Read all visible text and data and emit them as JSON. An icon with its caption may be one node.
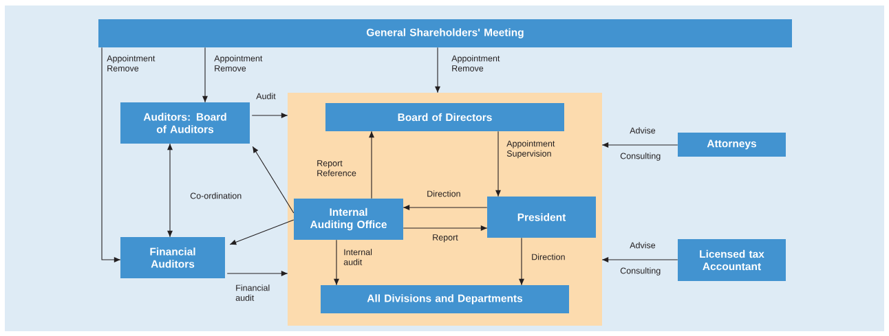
{
  "diagram": {
    "nodes": [
      {
        "text": [
          "General Shareholders' Meeting"
        ]
      },
      {
        "text": [
          "Auditors: Board of Auditors"
        ]
      },
      {
        "text": [],
        "shape": "box"
      },
      {
        "text": [
          "Board of Directors"
        ],
        "in": 2
      },
      {
        "text": [
          "Attorneys"
        ]
      },
      {
        "text": [
          "Internal Auditing Office"
        ],
        "in": 2
      },
      {
        "text": [
          "President"
        ],
        "in": 2
      },
      {
        "text": [
          "Financial Auditors"
        ]
      },
      {
        "text": [
          "Licensed tax Accountant"
        ]
      },
      {
        "text": [
          "All Divisions and Departments"
        ],
        "in": 2
      }
    ],
    "edges": [
      {
        "from": 0,
        "to": 1,
        "arrow": "to",
        "label": "Appointment Remove"
      },
      {
        "from": 0,
        "to": 7,
        "arrow": "to",
        "label": "Appointment Remove"
      },
      {
        "from": 0,
        "to": 2,
        "arrow": "to",
        "label": "Appointment Remove"
      },
      {
        "from": 1,
        "to": 2,
        "arrow": "to",
        "label": "Audit"
      },
      {
        "from": 5,
        "to": 3,
        "arrow": "to",
        "label": "Report Reference"
      },
      {
        "from": 3,
        "to": 6,
        "arrow": "to",
        "label": "Appointment Supervision"
      },
      {
        "from": 6,
        "to": 5,
        "arrow": "to",
        "label": "Direction"
      },
      {
        "from": 5,
        "to": 6,
        "arrow": "to",
        "label": "Report"
      },
      {
        "from": 5,
        "to": 1,
        "arrow": "to"
      },
      {
        "from": 5,
        "to": 7,
        "arrow": "to"
      },
      {
        "from": 1,
        "to": 7,
        "arrow": "both",
        "label": "Co-ordination"
      },
      {
        "from": 5,
        "to": 9,
        "arrow": "to",
        "label": "Internal audit"
      },
      {
        "from": 6,
        "to": 9,
        "arrow": "to",
        "label": "Direction"
      },
      {
        "from": 7,
        "to": 2,
        "arrow": "to",
        "label": "Financial audit"
      },
      {
        "from": 4,
        "to": 2,
        "arrow": "to",
        "label": "Advise"
      },
      {
        "from": 8,
        "to": 2,
        "arrow": "to",
        "label": "Advise"
      }
    ],
    "labels": [
      "Consulting",
      "Consulting"
    ]
  }
}
